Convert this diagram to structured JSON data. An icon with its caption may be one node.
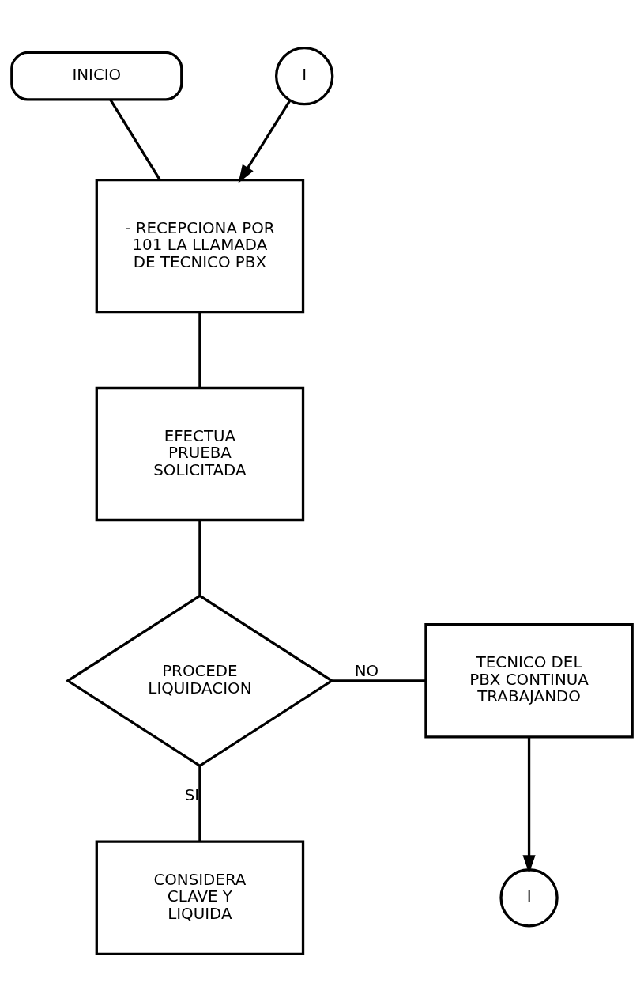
{
  "diagram": {
    "nodes": [
      {
        "text": [
          "INICIO"
        ]
      },
      {
        "text": [
          "I"
        ]
      },
      {
        "text": [
          "- RECEPCIONA POR 101 LA LLAMADA DE TECNICO PBX"
        ]
      },
      {
        "text": [
          "EFECTUA PRUEBA SOLICITADA"
        ]
      },
      {
        "text": [
          "PROCEDE LIQUIDACION"
        ]
      },
      {
        "text": [
          "TECNICO DEL PBX CONTINUA TRABAJANDO"
        ]
      },
      {
        "text": [
          "CONSIDERA CLAVE Y LIQUIDA"
        ]
      },
      {
        "text": [
          "I"
        ]
      }
    ],
    "edges": [
      {
        "from": 0,
        "to": 2,
        "arrow": "none"
      },
      {
        "from": 1,
        "to": 2,
        "arrow": "to"
      },
      {
        "from": 2,
        "to": 3,
        "arrow": "none"
      },
      {
        "from": 3,
        "to": 4,
        "arrow": "none"
      },
      {
        "from": 4,
        "to": 5,
        "arrow": "none",
        "label": "NO"
      },
      {
        "from": 4,
        "to": 6,
        "arrow": "none",
        "label": "SI"
      },
      {
        "from": 5,
        "to": 7,
        "arrow": "to"
      }
    ]
  }
}
